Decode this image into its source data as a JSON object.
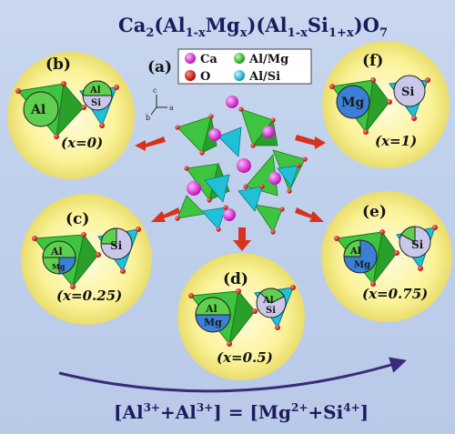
{
  "title": {
    "formula_parts": [
      "Ca",
      "2",
      "(Al",
      "1-x",
      "Mg",
      "x",
      ")(Al",
      "1-x",
      "Si",
      "1+x",
      ")O",
      "7"
    ]
  },
  "legend": {
    "items": [
      {
        "label": "Ca",
        "color": "#e020d0"
      },
      {
        "label": "Al/Mg",
        "color": "#3fcf3f"
      },
      {
        "label": "O",
        "color": "#d01818"
      },
      {
        "label": "Al/Si",
        "color": "#24c4d8"
      }
    ]
  },
  "axes": {
    "c": "c",
    "a": "a",
    "b": "b"
  },
  "panels": {
    "a": "(a)",
    "b": {
      "label": "(b)",
      "x_value": "x=0",
      "left_ion": "Al",
      "right_top": "Al",
      "right_bottom": "Si"
    },
    "c": {
      "label": "(c)",
      "x_value": "x=0.25",
      "left_top": "Al",
      "left_bottom": "Mg",
      "right_ion": "Si"
    },
    "d": {
      "label": "(d)",
      "x_value": "x=0.5",
      "left_top": "Al",
      "left_bottom": "Mg",
      "right_top": "Al",
      "right_bottom": "Si"
    },
    "e": {
      "label": "(e)",
      "x_value": "x=0.75",
      "left_top": "Al",
      "left_bottom": "Mg",
      "right_ion": "Si"
    },
    "f": {
      "label": "(f)",
      "x_value": "x=1",
      "left_ion": "Mg",
      "right_ion": "Si"
    }
  },
  "equation": {
    "parts": [
      "[Al",
      "3+",
      "+Al",
      "3+",
      "] = [Mg",
      "2+",
      "+Si",
      "4+",
      "]"
    ]
  },
  "colors": {
    "title": "#1b1b5e",
    "circle_fill": "#fbf6b0",
    "tetra_green": "#3ec43e",
    "tetra_cyan": "#20c0d8",
    "arrow_red": "#d8321e",
    "mg_blue": "#3b7fd6",
    "si_lavender": "#c9c8ea",
    "oxygen": "#d01818",
    "curve_arrow": "#3a2a7a"
  }
}
